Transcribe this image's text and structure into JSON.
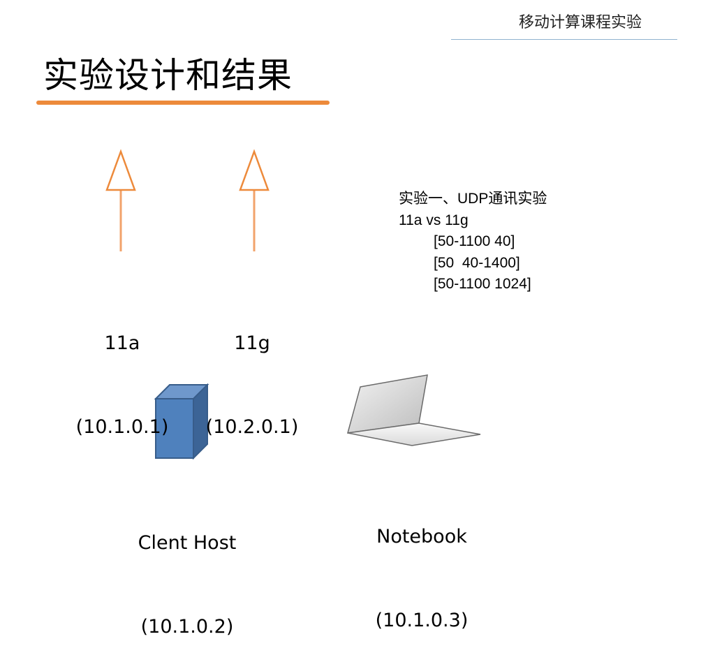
{
  "header": {
    "course_title": "移动计算课程实验",
    "page_title": "实验设计和结果"
  },
  "nodes": {
    "ap_11a": {
      "name": "11a",
      "ip": "(10.1.0.1)"
    },
    "ap_11g": {
      "name": "11g",
      "ip": "(10.2.0.1)"
    },
    "client_host": {
      "name": "Clent Host",
      "ip": "(10.1.0.2)"
    },
    "notebook": {
      "name": "Notebook",
      "ip": "(10.1.0.3)"
    }
  },
  "experiment": {
    "heading": "实验一、UDP通讯实验",
    "comparison": "11a vs 11g",
    "params": [
      "[50-1100 40]",
      "[50  40-1400]",
      "[50-1100 1024]"
    ]
  },
  "colors": {
    "accent_orange": "#ed8a3b",
    "rule_blue": "#8fb3cf",
    "host_blue": "#4f81bd"
  },
  "icons": {
    "arrow": "up-arrow-icon",
    "host": "server-tower-icon",
    "notebook": "laptop-icon"
  }
}
